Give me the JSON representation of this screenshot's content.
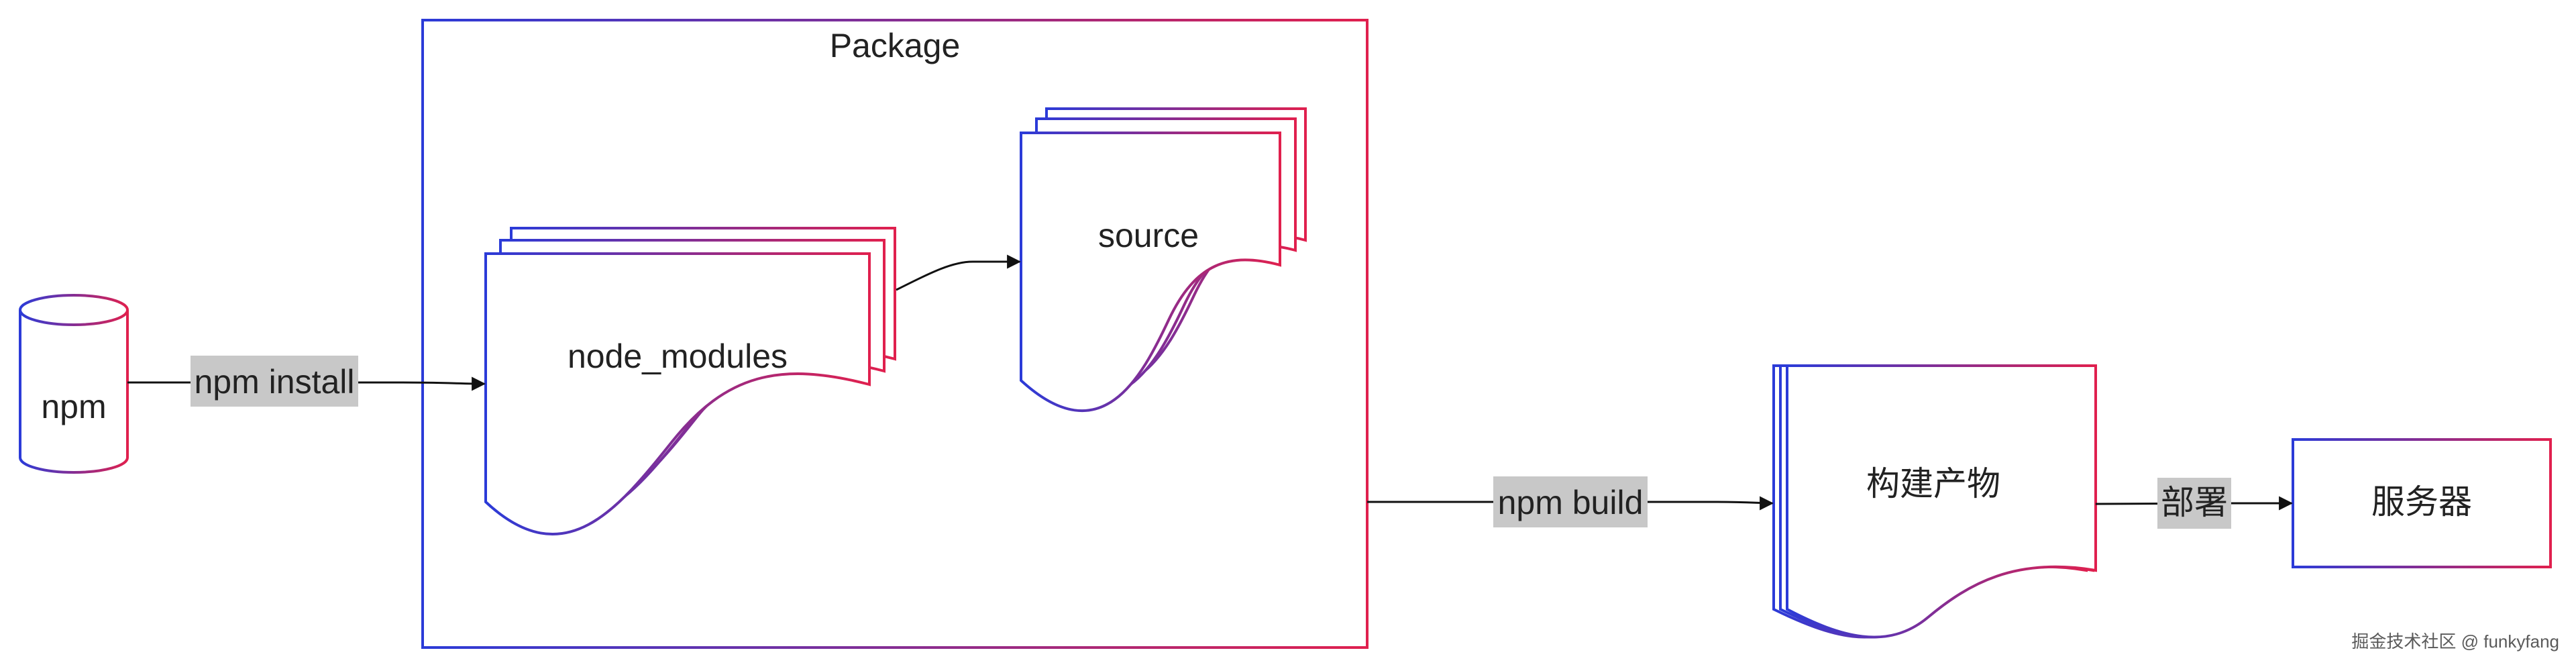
{
  "colors": {
    "stroke_start": "#2b3bd8",
    "stroke_end": "#e0204e",
    "edge_label_bg": "#c8c8c8",
    "arrow": "#111111"
  },
  "nodes": {
    "npm": {
      "label": "npm",
      "shape": "cylinder"
    },
    "package": {
      "label": "Package",
      "shape": "container"
    },
    "node_modules": {
      "label": "node_modules",
      "shape": "multi-document"
    },
    "source": {
      "label": "source",
      "shape": "multi-document"
    },
    "build_output": {
      "label": "构建产物",
      "shape": "multi-document"
    },
    "server": {
      "label": "服务器",
      "shape": "rectangle"
    }
  },
  "edges": {
    "install": {
      "from": "npm",
      "to": "node_modules",
      "label": "npm install"
    },
    "modules_to_source": {
      "from": "node_modules",
      "to": "source",
      "label": ""
    },
    "build": {
      "from": "package",
      "to": "build_output",
      "label": "npm build"
    },
    "deploy": {
      "from": "build_output",
      "to": "server",
      "label": "部署"
    }
  },
  "watermark": "掘金技术社区 @ funkyfang"
}
